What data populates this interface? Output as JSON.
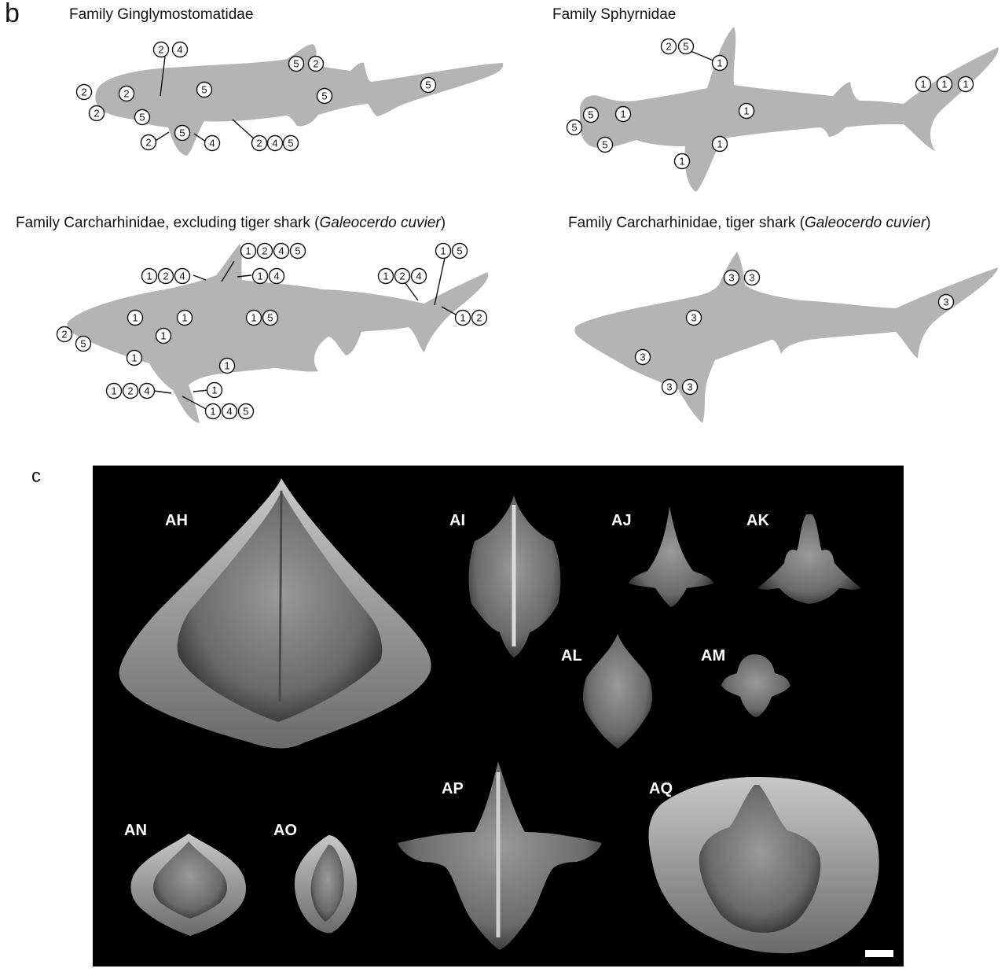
{
  "panel_b": {
    "letter": "b",
    "families": [
      {
        "id": "ginglymostomatidae",
        "title": "Family Ginglymostomatidae"
      },
      {
        "id": "sphyrnidae",
        "title": "Family Sphyrnidae"
      },
      {
        "id": "carcharhinidae-excl",
        "title_prefix": "Family Carcharhinidae, excluding tiger shark (",
        "title_italic": "Galeocerdo cuvier",
        "title_suffix": ")"
      },
      {
        "id": "carcharhinidae-tiger",
        "title_prefix": "Family Carcharhinidae, tiger shark (",
        "title_italic": "Galeocerdo cuvier",
        "title_suffix": ")"
      }
    ]
  },
  "panel_c": {
    "letter": "c",
    "specimens": [
      "AH",
      "AI",
      "AJ",
      "AK",
      "AL",
      "AM",
      "AN",
      "AO",
      "AP",
      "AQ"
    ]
  },
  "colors": {
    "silhouette": "#b4b4b4",
    "micro_bg": "#000000"
  }
}
